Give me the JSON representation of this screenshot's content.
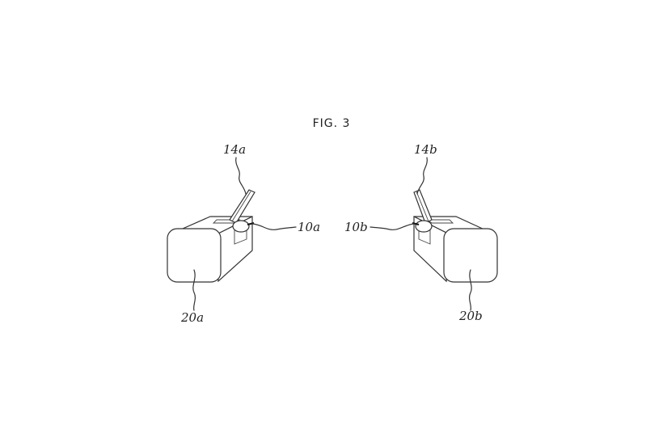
{
  "figure": {
    "title": "FIG. 3"
  },
  "labels": {
    "lever_left": "14a",
    "lever_right": "14b",
    "clip_left": "10a",
    "clip_right": "10b",
    "body_left": "20a",
    "body_right": "20b"
  }
}
